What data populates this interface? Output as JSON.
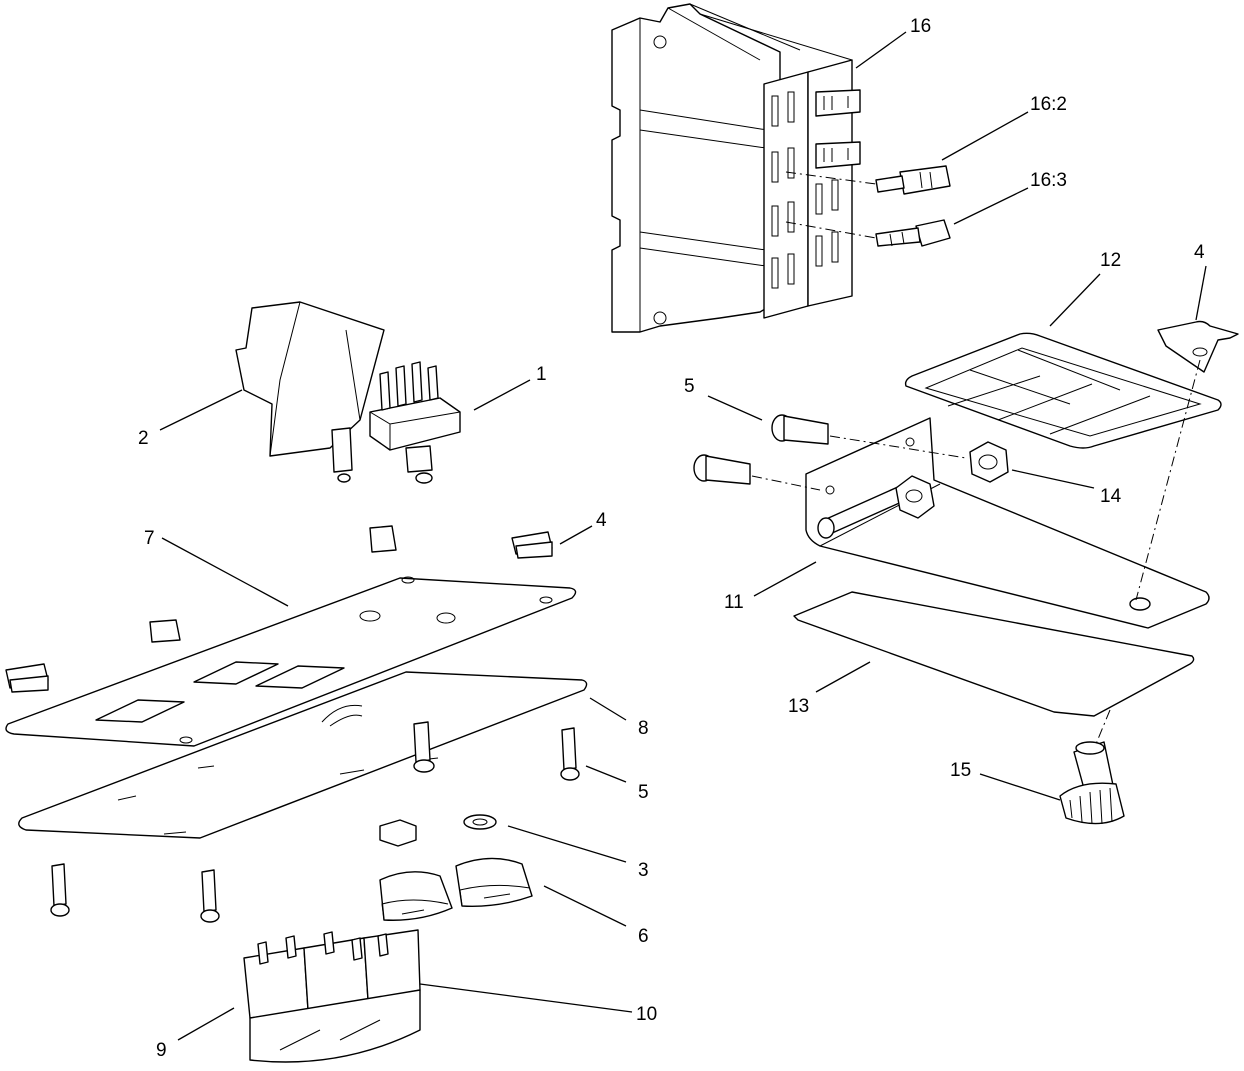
{
  "callouts": [
    {
      "id": "c1",
      "label": "1"
    },
    {
      "id": "c2",
      "label": "2"
    },
    {
      "id": "c3",
      "label": "3"
    },
    {
      "id": "c4a",
      "label": "4"
    },
    {
      "id": "c4b",
      "label": "4"
    },
    {
      "id": "c5a",
      "label": "5"
    },
    {
      "id": "c5b",
      "label": "5"
    },
    {
      "id": "c6",
      "label": "6"
    },
    {
      "id": "c7",
      "label": "7"
    },
    {
      "id": "c8",
      "label": "8"
    },
    {
      "id": "c9",
      "label": "9"
    },
    {
      "id": "c10",
      "label": "10"
    },
    {
      "id": "c11",
      "label": "11"
    },
    {
      "id": "c12",
      "label": "12"
    },
    {
      "id": "c13",
      "label": "13"
    },
    {
      "id": "c14",
      "label": "14"
    },
    {
      "id": "c15",
      "label": "15"
    },
    {
      "id": "c16",
      "label": "16"
    },
    {
      "id": "c16_2",
      "label": "16:2"
    },
    {
      "id": "c16_3",
      "label": "16:3"
    }
  ]
}
